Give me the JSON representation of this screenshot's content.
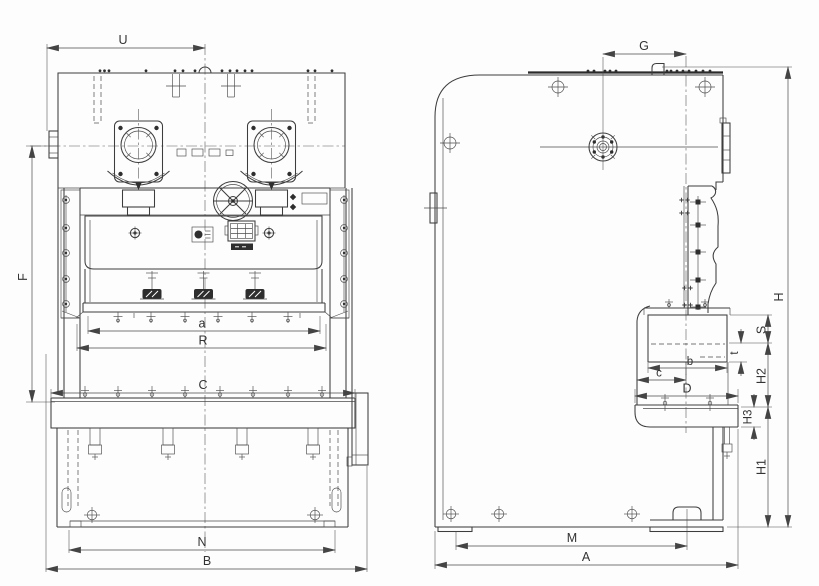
{
  "colors": {
    "background": "#fdfdfd",
    "line": "#3d3d3d",
    "dimension": "#4a4a4a",
    "text": "#333333"
  },
  "dimensions": {
    "front": {
      "U": "U",
      "F": "F",
      "a": "a",
      "R": "R",
      "C": "C",
      "N": "N",
      "B": "B"
    },
    "side": {
      "G": "G",
      "H": "H",
      "S": "S",
      "t": "t",
      "H2": "H2",
      "H3": "H3",
      "H1": "H1",
      "b": "b",
      "c": "c",
      "D": "D",
      "M": "M",
      "A": "A"
    }
  }
}
